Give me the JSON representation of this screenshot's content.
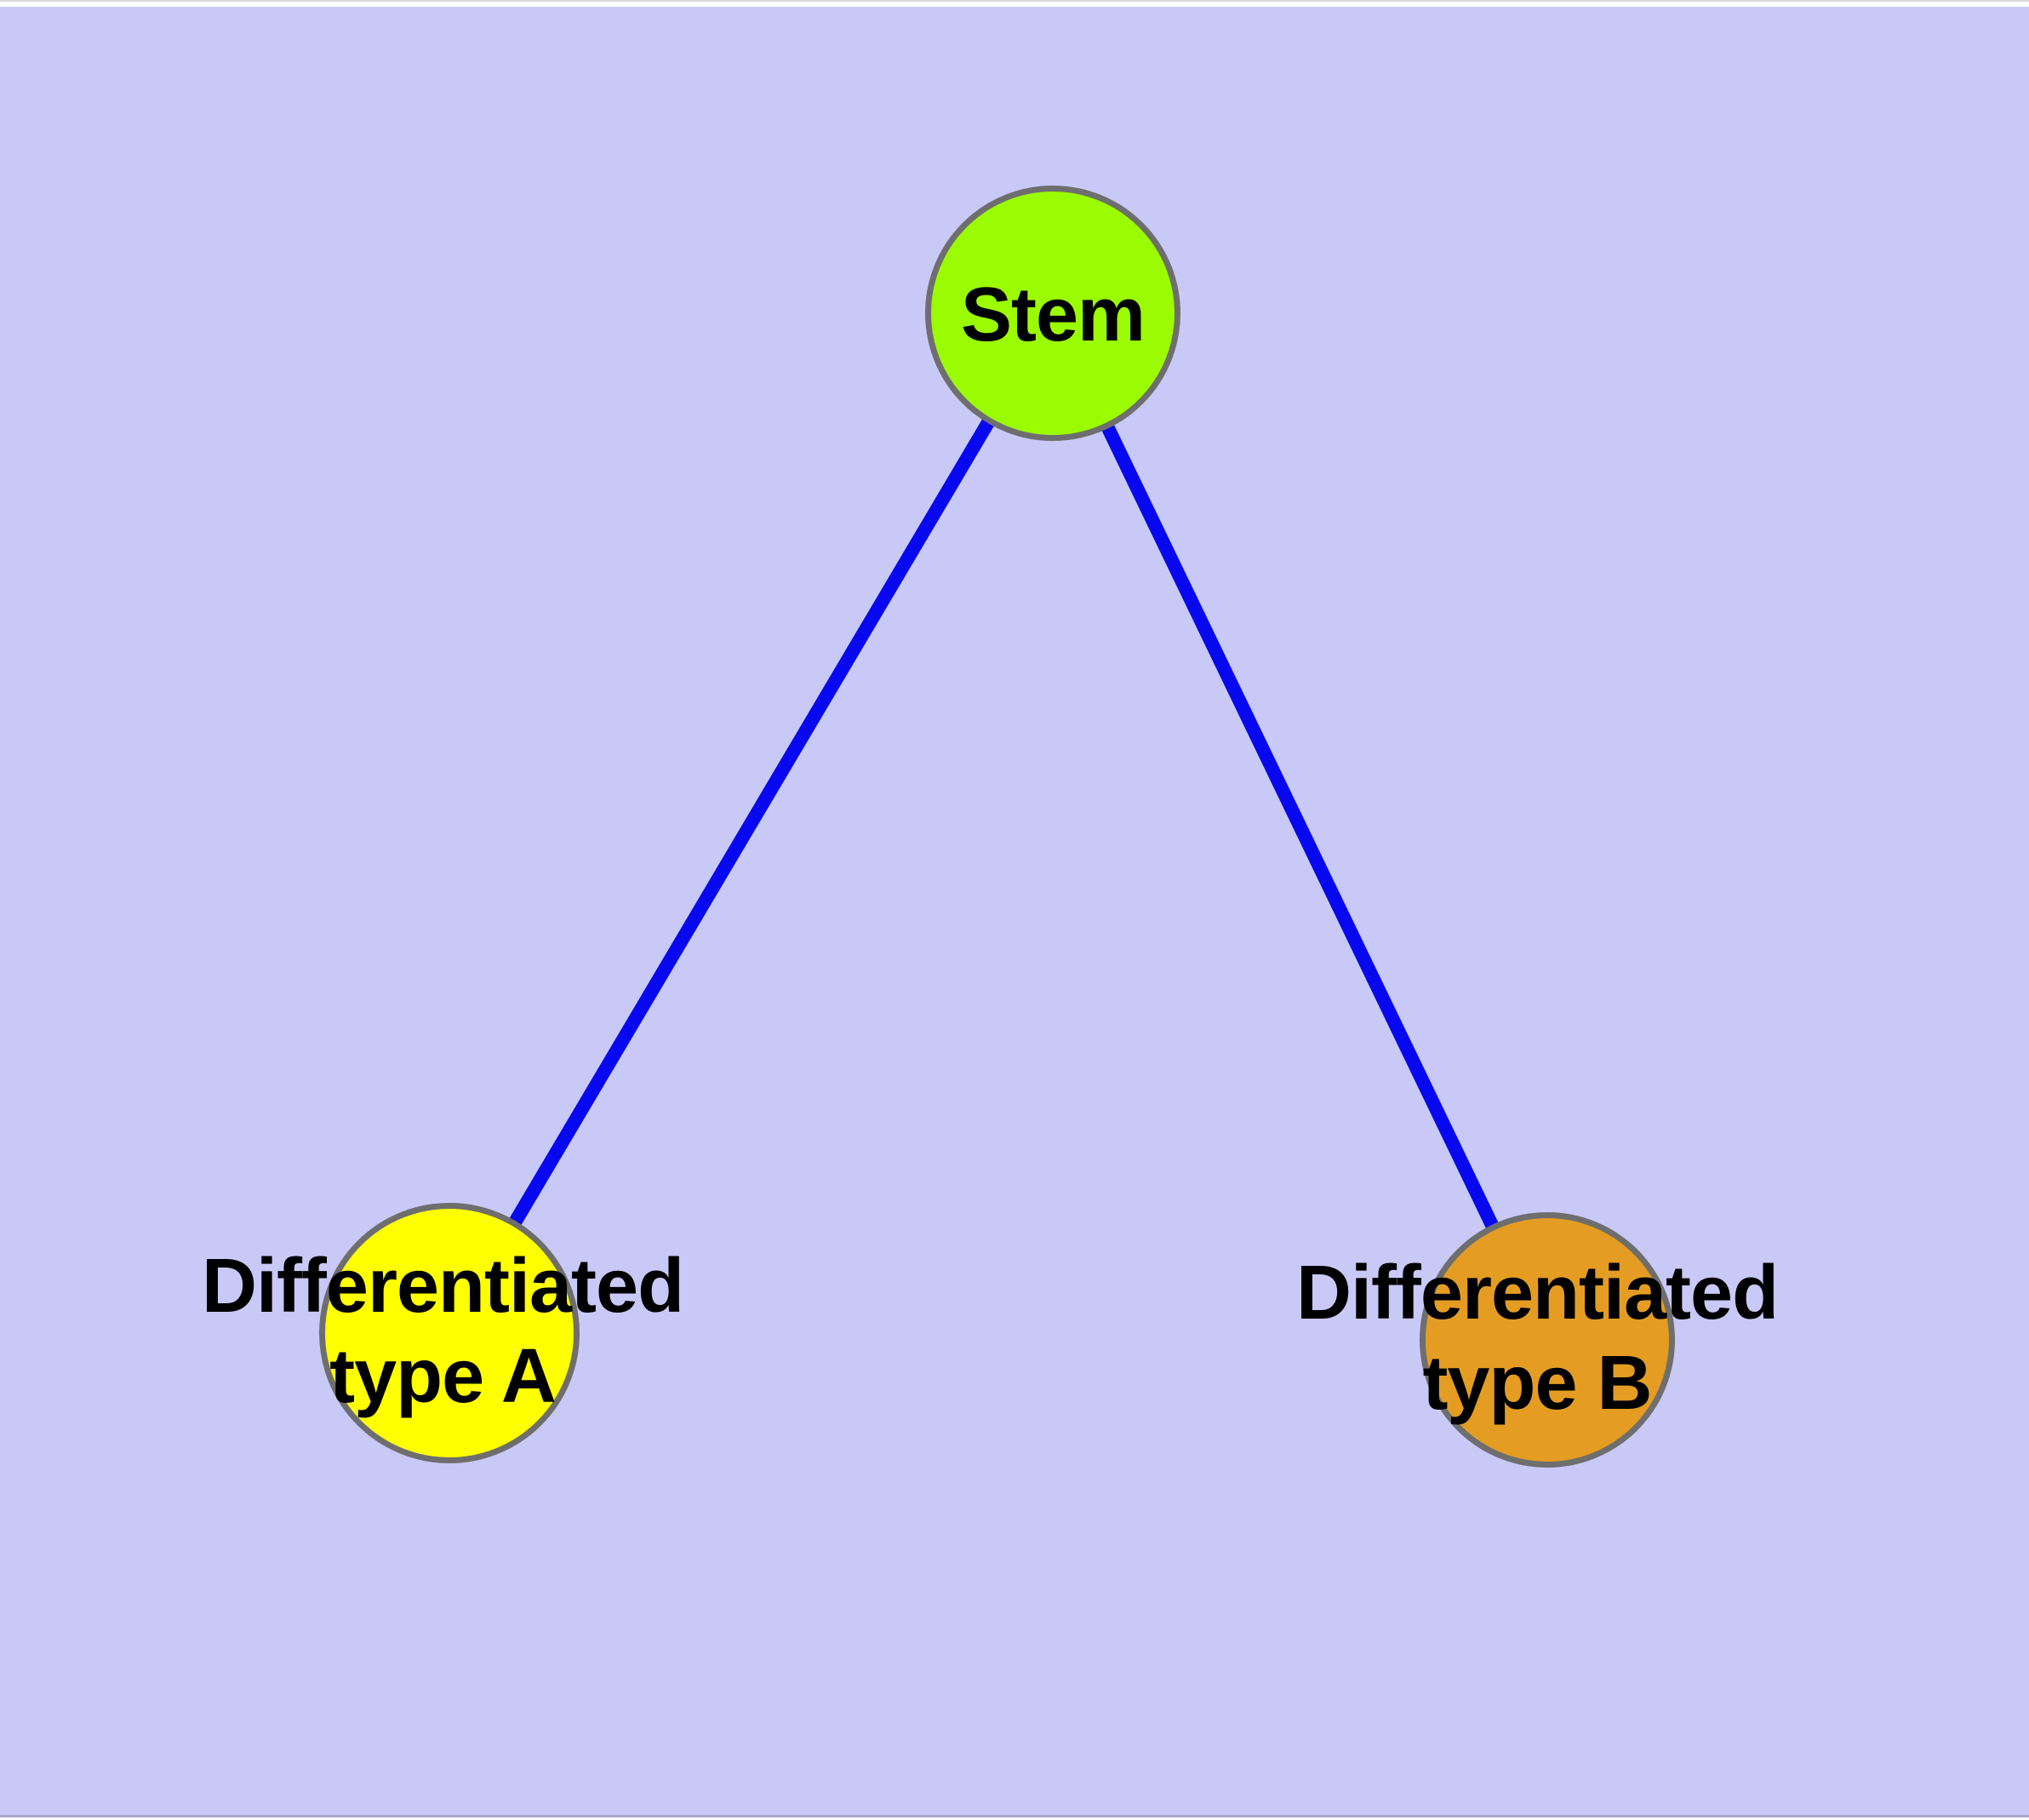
{
  "diagram": {
    "type": "node-link-graph",
    "background_color": "#c9c9f8",
    "edge_color": "#0808f0",
    "node_border_color": "#6e6e6e",
    "label_color": "#000000",
    "nodes": {
      "stem": {
        "label": "Stem",
        "fill": "#9bfb00"
      },
      "type_a": {
        "label_line1": "Differentiated",
        "label_line2": "type A",
        "fill": "#ffff00"
      },
      "type_b": {
        "label_line1": "Differentiated",
        "label_line2": "type B",
        "fill": "#e49c22"
      }
    },
    "edges": [
      {
        "from": "Stem",
        "to": "Differentiated type A"
      },
      {
        "from": "Stem",
        "to": "Differentiated type B"
      }
    ]
  }
}
